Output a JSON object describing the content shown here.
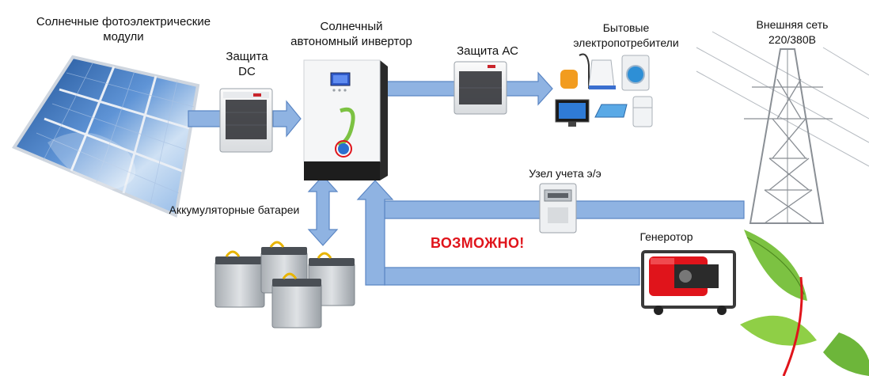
{
  "labels": {
    "pv_modules": "Солнечные фотоэлектрические модули",
    "dc_protection_line1": "Защита",
    "dc_protection_line2": "DC",
    "inverter_line1": "Солнечный",
    "inverter_line2": "автономный инвертор",
    "ac_protection": "Защита АС",
    "consumers_line1": "Бытовые",
    "consumers_line2": "электропотребители",
    "grid_line1": "Внешняя сеть",
    "grid_line2": "220/380В",
    "batteries": "Аккумуляторные батареи",
    "meter": "Узел учета э/э",
    "generator": "Генеротор",
    "possible": "ВОЗМОЖНО!"
  },
  "colors": {
    "arrow_fill": "#8fb3e2",
    "arrow_stroke": "#5b86c4",
    "warning": "#e0141b",
    "leaf_green": "#7cc242",
    "leaf_red": "#e0141b"
  },
  "icons": {
    "inverter": "solar-inverter-icon",
    "pv": "solar-panel-icon",
    "dc_box": "breaker-box-icon",
    "ac_box": "breaker-box-icon",
    "battery": "battery-icon",
    "meter": "electricity-meter-icon",
    "generator": "generator-icon",
    "tower": "power-tower-icon",
    "leaf": "leaf-logo-icon"
  }
}
